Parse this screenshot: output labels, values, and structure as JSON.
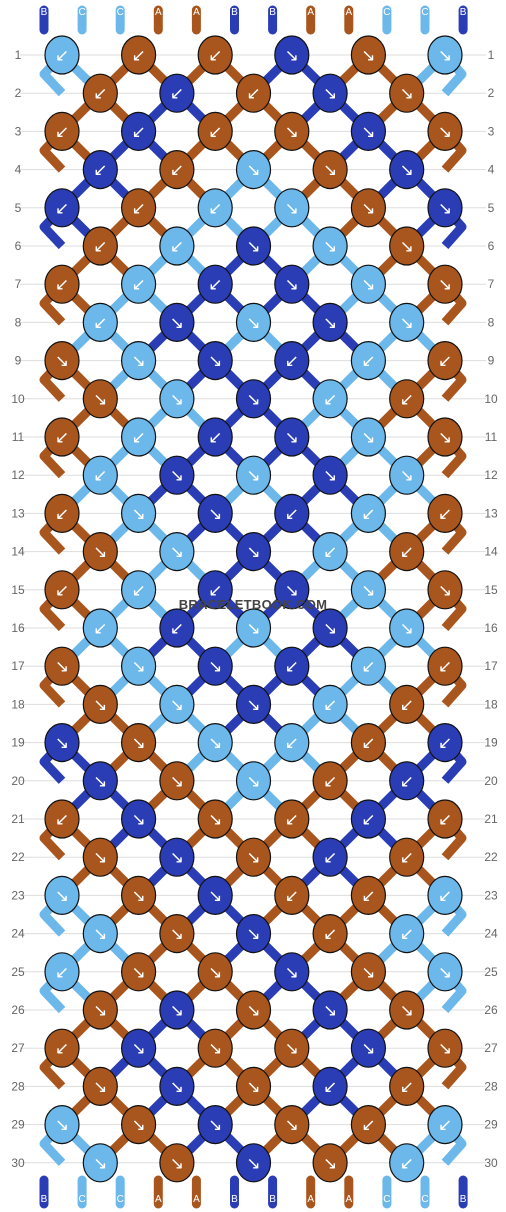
{
  "colors": {
    "A": "#a8561e",
    "B": "#2a3db5",
    "C": "#6cb8ea"
  },
  "top_strands": [
    "B",
    "C",
    "C",
    "A",
    "A",
    "B",
    "B",
    "A",
    "A",
    "C",
    "C",
    "B"
  ],
  "bottom_strands": [
    "B",
    "C",
    "C",
    "A",
    "A",
    "B",
    "B",
    "A",
    "A",
    "C",
    "C",
    "B"
  ],
  "row_labels": [
    "1",
    "2",
    "3",
    "4",
    "5",
    "6",
    "7",
    "8",
    "9",
    "10",
    "11",
    "12",
    "13",
    "14",
    "15",
    "16",
    "17",
    "18",
    "19",
    "20",
    "21",
    "22",
    "23",
    "24",
    "25",
    "26",
    "27",
    "28",
    "29",
    "30"
  ],
  "watermark": "BRACELETBOOK.COM",
  "chart_data": {
    "type": "bracelet-pattern",
    "strands": 12,
    "rows": 30,
    "knots": [
      [
        {
          "c": "C",
          "d": "↙"
        },
        {
          "c": "A",
          "d": "↙"
        },
        {
          "c": "A",
          "d": "↙"
        },
        {
          "c": "B",
          "d": "↘"
        },
        {
          "c": "A",
          "d": "↘"
        },
        {
          "c": "C",
          "d": "↘"
        }
      ],
      [
        {
          "c": "A",
          "d": "↙"
        },
        {
          "c": "B",
          "d": "↙"
        },
        {
          "c": "A",
          "d": "↙"
        },
        {
          "c": "B",
          "d": "↘"
        },
        {
          "c": "A",
          "d": "↘"
        }
      ],
      [
        {
          "c": "A",
          "d": "↙"
        },
        {
          "c": "B",
          "d": "↙"
        },
        {
          "c": "A",
          "d": "↙"
        },
        {
          "c": "A",
          "d": "↘"
        },
        {
          "c": "B",
          "d": "↘"
        },
        {
          "c": "A",
          "d": "↘"
        }
      ],
      [
        {
          "c": "B",
          "d": "↙"
        },
        {
          "c": "A",
          "d": "↙"
        },
        {
          "c": "C",
          "d": "↘"
        },
        {
          "c": "A",
          "d": "↘"
        },
        {
          "c": "B",
          "d": "↘"
        }
      ],
      [
        {
          "c": "B",
          "d": "↙"
        },
        {
          "c": "A",
          "d": "↙"
        },
        {
          "c": "C",
          "d": "↙"
        },
        {
          "c": "C",
          "d": "↘"
        },
        {
          "c": "A",
          "d": "↘"
        },
        {
          "c": "B",
          "d": "↘"
        }
      ],
      [
        {
          "c": "A",
          "d": "↙"
        },
        {
          "c": "C",
          "d": "↙"
        },
        {
          "c": "B",
          "d": "↘"
        },
        {
          "c": "C",
          "d": "↘"
        },
        {
          "c": "A",
          "d": "↘"
        }
      ],
      [
        {
          "c": "A",
          "d": "↙"
        },
        {
          "c": "C",
          "d": "↙"
        },
        {
          "c": "B",
          "d": "↙"
        },
        {
          "c": "B",
          "d": "↘"
        },
        {
          "c": "C",
          "d": "↘"
        },
        {
          "c": "A",
          "d": "↘"
        }
      ],
      [
        {
          "c": "C",
          "d": "↙"
        },
        {
          "c": "B",
          "d": "↘"
        },
        {
          "c": "C",
          "d": "↘"
        },
        {
          "c": "B",
          "d": "↘"
        },
        {
          "c": "C",
          "d": "↘"
        }
      ],
      [
        {
          "c": "A",
          "d": "↘"
        },
        {
          "c": "C",
          "d": "↘"
        },
        {
          "c": "B",
          "d": "↘"
        },
        {
          "c": "B",
          "d": "↙"
        },
        {
          "c": "C",
          "d": "↙"
        },
        {
          "c": "A",
          "d": "↙"
        }
      ],
      [
        {
          "c": "A",
          "d": "↘"
        },
        {
          "c": "C",
          "d": "↘"
        },
        {
          "c": "B",
          "d": "↘"
        },
        {
          "c": "C",
          "d": "↙"
        },
        {
          "c": "A",
          "d": "↙"
        }
      ],
      [
        {
          "c": "A",
          "d": "↙"
        },
        {
          "c": "C",
          "d": "↙"
        },
        {
          "c": "B",
          "d": "↙"
        },
        {
          "c": "B",
          "d": "↘"
        },
        {
          "c": "C",
          "d": "↘"
        },
        {
          "c": "A",
          "d": "↘"
        }
      ],
      [
        {
          "c": "C",
          "d": "↙"
        },
        {
          "c": "B",
          "d": "↘"
        },
        {
          "c": "C",
          "d": "↘"
        },
        {
          "c": "B",
          "d": "↘"
        },
        {
          "c": "C",
          "d": "↘"
        }
      ],
      [
        {
          "c": "A",
          "d": "↙"
        },
        {
          "c": "C",
          "d": "↘"
        },
        {
          "c": "B",
          "d": "↘"
        },
        {
          "c": "B",
          "d": "↙"
        },
        {
          "c": "C",
          "d": "↙"
        },
        {
          "c": "A",
          "d": "↙"
        }
      ],
      [
        {
          "c": "A",
          "d": "↘"
        },
        {
          "c": "C",
          "d": "↘"
        },
        {
          "c": "B",
          "d": "↘"
        },
        {
          "c": "C",
          "d": "↙"
        },
        {
          "c": "A",
          "d": "↙"
        }
      ],
      [
        {
          "c": "A",
          "d": "↙"
        },
        {
          "c": "C",
          "d": "↙"
        },
        {
          "c": "B",
          "d": "↙"
        },
        {
          "c": "B",
          "d": "↘"
        },
        {
          "c": "C",
          "d": "↘"
        },
        {
          "c": "A",
          "d": "↘"
        }
      ],
      [
        {
          "c": "C",
          "d": "↙"
        },
        {
          "c": "B",
          "d": "↙"
        },
        {
          "c": "C",
          "d": "↘"
        },
        {
          "c": "B",
          "d": "↘"
        },
        {
          "c": "C",
          "d": "↘"
        }
      ],
      [
        {
          "c": "A",
          "d": "↘"
        },
        {
          "c": "C",
          "d": "↘"
        },
        {
          "c": "B",
          "d": "↘"
        },
        {
          "c": "B",
          "d": "↙"
        },
        {
          "c": "C",
          "d": "↙"
        },
        {
          "c": "A",
          "d": "↙"
        }
      ],
      [
        {
          "c": "A",
          "d": "↘"
        },
        {
          "c": "C",
          "d": "↘"
        },
        {
          "c": "B",
          "d": "↘"
        },
        {
          "c": "C",
          "d": "↙"
        },
        {
          "c": "A",
          "d": "↙"
        }
      ],
      [
        {
          "c": "B",
          "d": "↘"
        },
        {
          "c": "A",
          "d": "↘"
        },
        {
          "c": "C",
          "d": "↘"
        },
        {
          "c": "C",
          "d": "↙"
        },
        {
          "c": "A",
          "d": "↙"
        },
        {
          "c": "B",
          "d": "↙"
        }
      ],
      [
        {
          "c": "B",
          "d": "↘"
        },
        {
          "c": "A",
          "d": "↘"
        },
        {
          "c": "C",
          "d": "↘"
        },
        {
          "c": "A",
          "d": "↙"
        },
        {
          "c": "B",
          "d": "↙"
        }
      ],
      [
        {
          "c": "A",
          "d": "↙"
        },
        {
          "c": "B",
          "d": "↘"
        },
        {
          "c": "A",
          "d": "↘"
        },
        {
          "c": "A",
          "d": "↙"
        },
        {
          "c": "B",
          "d": "↙"
        },
        {
          "c": "A",
          "d": "↙"
        }
      ],
      [
        {
          "c": "A",
          "d": "↘"
        },
        {
          "c": "B",
          "d": "↘"
        },
        {
          "c": "A",
          "d": "↘"
        },
        {
          "c": "B",
          "d": "↙"
        },
        {
          "c": "A",
          "d": "↙"
        }
      ],
      [
        {
          "c": "C",
          "d": "↘"
        },
        {
          "c": "A",
          "d": "↘"
        },
        {
          "c": "B",
          "d": "↘"
        },
        {
          "c": "A",
          "d": "↙"
        },
        {
          "c": "A",
          "d": "↙"
        },
        {
          "c": "C",
          "d": "↙"
        }
      ],
      [
        {
          "c": "C",
          "d": "↘"
        },
        {
          "c": "A",
          "d": "↘"
        },
        {
          "c": "B",
          "d": "↘"
        },
        {
          "c": "A",
          "d": "↙"
        },
        {
          "c": "C",
          "d": "↙"
        }
      ],
      [
        {
          "c": "C",
          "d": "↙"
        },
        {
          "c": "A",
          "d": "↘"
        },
        {
          "c": "A",
          "d": "↘"
        },
        {
          "c": "B",
          "d": "↘"
        },
        {
          "c": "A",
          "d": "↘"
        },
        {
          "c": "C",
          "d": "↘"
        }
      ],
      [
        {
          "c": "A",
          "d": "↘"
        },
        {
          "c": "B",
          "d": "↘"
        },
        {
          "c": "A",
          "d": "↘"
        },
        {
          "c": "B",
          "d": "↘"
        },
        {
          "c": "A",
          "d": "↘"
        }
      ],
      [
        {
          "c": "A",
          "d": "↙"
        },
        {
          "c": "B",
          "d": "↘"
        },
        {
          "c": "A",
          "d": "↘"
        },
        {
          "c": "A",
          "d": "↘"
        },
        {
          "c": "B",
          "d": "↘"
        },
        {
          "c": "A",
          "d": "↘"
        }
      ],
      [
        {
          "c": "A",
          "d": "↘"
        },
        {
          "c": "B",
          "d": "↘"
        },
        {
          "c": "A",
          "d": "↘"
        },
        {
          "c": "B",
          "d": "↙"
        },
        {
          "c": "A",
          "d": "↙"
        }
      ],
      [
        {
          "c": "C",
          "d": "↘"
        },
        {
          "c": "A",
          "d": "↘"
        },
        {
          "c": "B",
          "d": "↘"
        },
        {
          "c": "A",
          "d": "↘"
        },
        {
          "c": "A",
          "d": "↙"
        },
        {
          "c": "C",
          "d": "↙"
        }
      ],
      [
        {
          "c": "C",
          "d": "↘"
        },
        {
          "c": "A",
          "d": "↘"
        },
        {
          "c": "B",
          "d": "↘"
        },
        {
          "c": "A",
          "d": "↘"
        },
        {
          "c": "C",
          "d": "↙"
        }
      ]
    ]
  }
}
